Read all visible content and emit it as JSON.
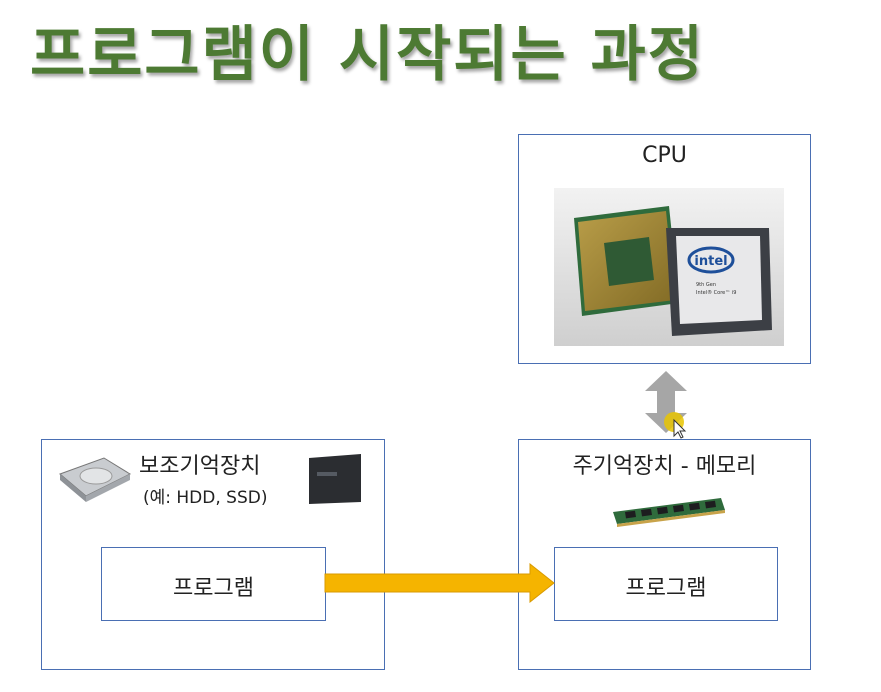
{
  "title": "프로그램이 시작되는 과정",
  "cpu": {
    "label": "CPU",
    "chip_brand": "intel",
    "chip_line1": "9th Gen",
    "chip_line2": "Intel® Core™ i9"
  },
  "secondary_storage": {
    "label": "보조기억장치",
    "example": "(예: HDD, SSD)",
    "program": "프로그램"
  },
  "main_memory": {
    "label": "주기억장치 - 메모리",
    "program": "프로그램"
  },
  "colors": {
    "title": "#4d7a33",
    "box_border": "#4a6fb3",
    "arrow": "#f5b400",
    "double_arrow": "#a6a6a6"
  }
}
